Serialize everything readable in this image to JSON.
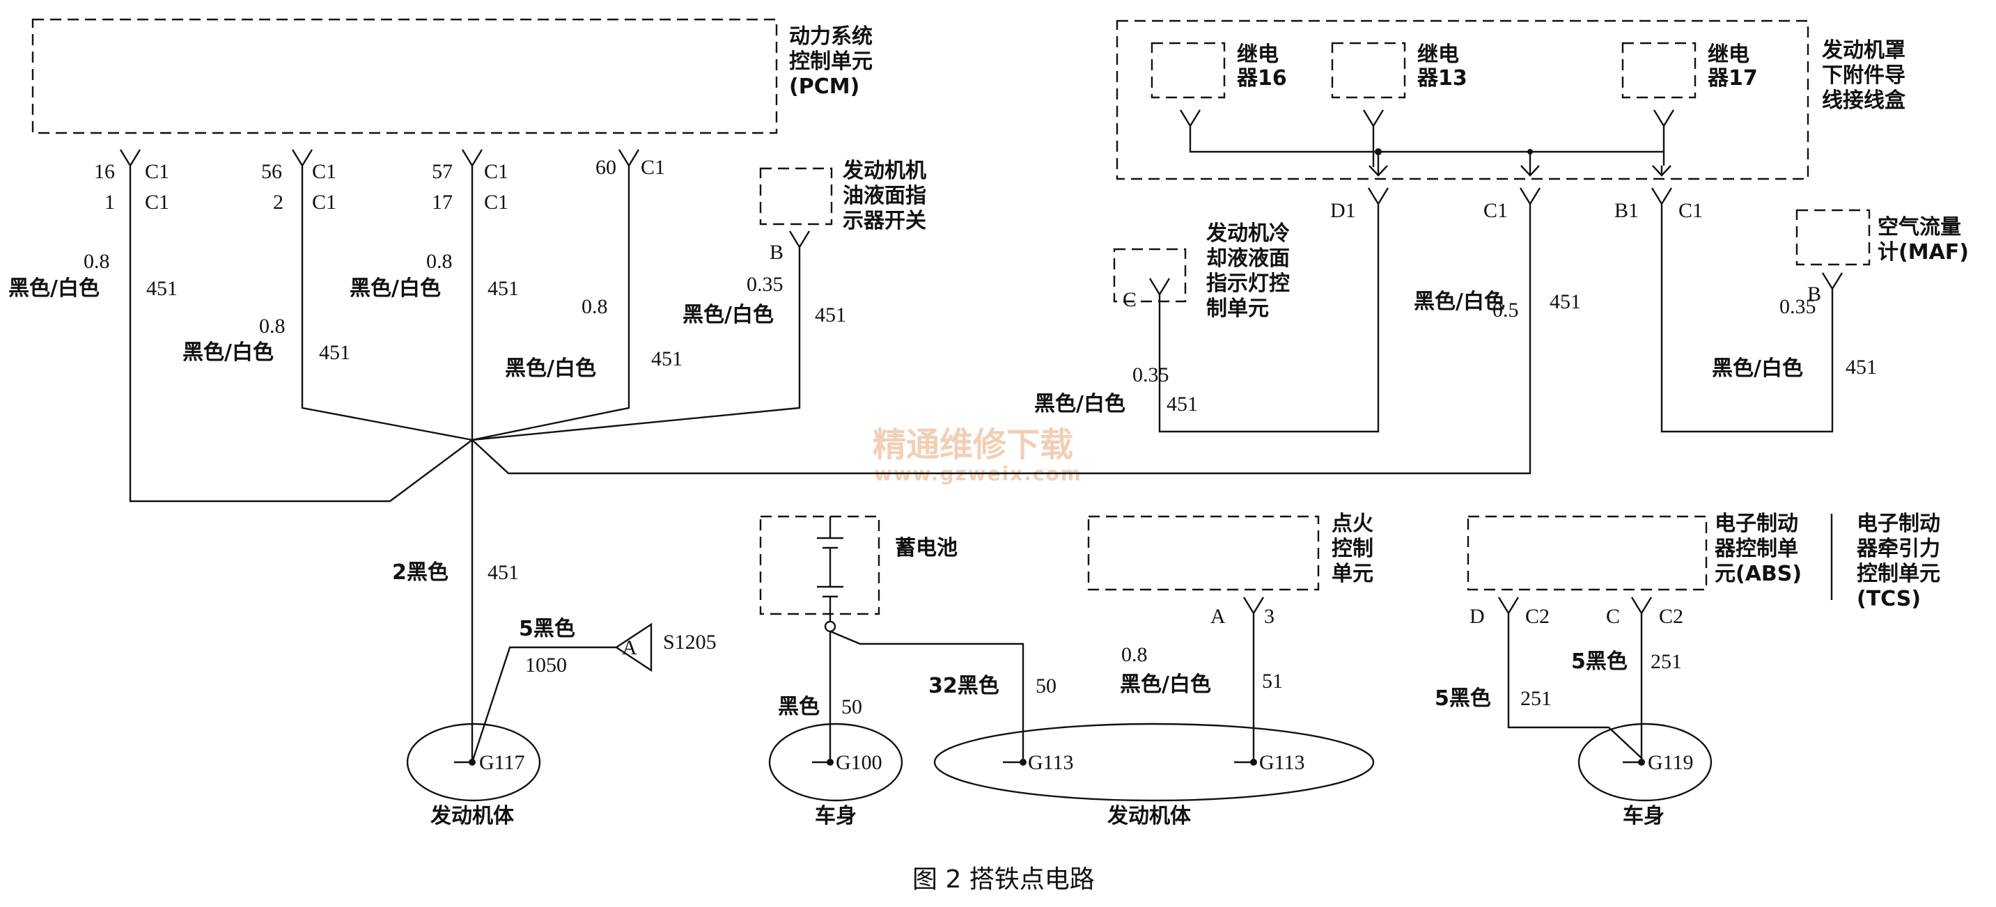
{
  "components": {
    "pcm": "动力系统\n控制单元\n(PCM)",
    "oil_switch": "发动机机\n油液面指\n示器开关",
    "coolant_module": "发动机冷\n却液液面\n指示灯控\n制单元",
    "maf": "空气流量\n计(MAF)",
    "junction_box": "发动机罩\n下附件导\n线接线盒",
    "relay16": "继电\n器16",
    "relay13": "继电\n器13",
    "relay17": "继电\n器17",
    "battery": "蓄电池",
    "ignition": "点火\n控制\n单元",
    "abs": "电子制动\n器控制单\n元(ABS)",
    "tcs": "电子制动\n器牵引力\n控制单元\n(TCS)",
    "s1205": "S1205"
  },
  "pins": {
    "p16": "16",
    "p1": "1",
    "p56": "56",
    "p2": "2",
    "p57": "57",
    "p17": "17",
    "p60": "60",
    "c1": "C1",
    "b": "B",
    "c": "C",
    "d1": "D1",
    "b1": "B1",
    "a": "A",
    "a_num": "3",
    "d": "D",
    "c2": "C2"
  },
  "wires": {
    "size_08": "0.8",
    "size_035": "0.35",
    "size_05": "0.5",
    "black_white": "黑色/白色",
    "circuit_451": "451",
    "black2": "2黑色",
    "black5": "5黑色",
    "c1050": "1050",
    "black": "黑色",
    "c50": "50",
    "black32": "32黑色",
    "c51": "51",
    "c251": "251"
  },
  "grounds": {
    "g117": "G117",
    "g100": "G100",
    "g113": "G113",
    "g119": "G119",
    "engine_block": "发动机体",
    "body": "车身"
  },
  "watermark": {
    "cn": "精通维修下载",
    "url": "www.gzweix.com"
  },
  "caption": "图 2  搭铁点电路"
}
